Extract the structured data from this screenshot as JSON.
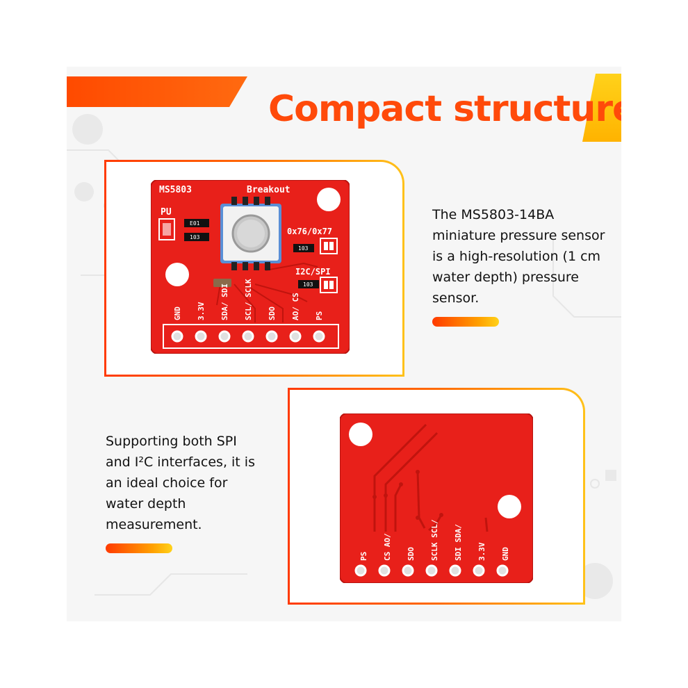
{
  "headline": "Compact structure",
  "sections": [
    {
      "text": "The MS5803-14BA\nminiature pressure sensor\nis a high-resolution (1 cm\nwater depth) pressure\nsensor."
    },
    {
      "text": "Supporting both SPI\nand I²C interfaces, it is\nan ideal choice for\nwater depth\nmeasurement."
    }
  ],
  "board_front": {
    "name": "MS5803",
    "subtitle": "Breakout",
    "pullup_label": "PU",
    "address_label": "0x76/0x77",
    "interface_label": "I2C/SPI",
    "resistor_codes": [
      "E01",
      "103",
      "103",
      "103"
    ],
    "pins": [
      "GND",
      "3.3V",
      "SDA/ SDI",
      "SCL/ SCLK",
      "SDO",
      "AO/ CS",
      "PS"
    ]
  },
  "board_back": {
    "pins": [
      "PS",
      "CS AO/",
      "SDO",
      "SCLK SCL/",
      "SDI SDA/",
      "3.3V",
      "GND"
    ]
  },
  "colors": {
    "accent_orange": "#ff4a0a",
    "accent_yellow": "#ffc21a",
    "pcb_red": "#e8201a",
    "silkscreen": "#ffffff"
  }
}
